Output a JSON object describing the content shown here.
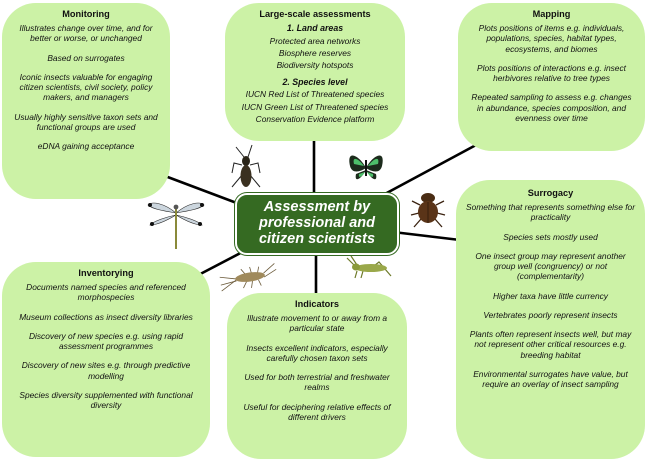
{
  "center": {
    "title": "Assessment by professional and citizen scientists"
  },
  "monitoring": {
    "title": "Monitoring",
    "items": [
      "Illustrates change over time, and for better or worse, or unchanged",
      "Based on surrogates",
      "Iconic insects valuable for engaging citizen scientists, civil society, policy makers, and managers",
      "Usually highly sensitive taxon sets and functional groups are used",
      "eDNA gaining acceptance"
    ]
  },
  "large_scale": {
    "title": "Large-scale assessments",
    "section1": "1. Land areas",
    "land_items": [
      "Protected area networks",
      "Biosphere reserves",
      "Biodiversity hotspots"
    ],
    "section2": "2. Species level",
    "species_items": [
      "IUCN Red List of Threatened species",
      "IUCN Green List of Threatened species",
      "Conservation Evidence platform"
    ]
  },
  "mapping": {
    "title": "Mapping",
    "items": [
      "Plots positions of items e.g. individuals, populations, species, habitat types, ecosystems, and biomes",
      "Plots positions of interactions e.g. insect herbivores relative to tree types",
      "Repeated sampling to assess e.g. changes in abundance, species composition, and evenness over time"
    ]
  },
  "surrogacy": {
    "title": "Surrogacy",
    "items": [
      "Something that represents something else for practicality",
      "Species sets mostly used",
      "One insect group may represent another group well (congruency) or not (complementarity)",
      "Higher taxa have little currency",
      "Vertebrates poorly represent insects",
      "Plants often represent insects well, but may not represent other critical resources e.g. breeding habitat",
      "Environmental surrogates have value, but require an overlay of insect sampling"
    ]
  },
  "inventorying": {
    "title": "Inventorying",
    "items": [
      "Documents named species and referenced morphospecies",
      "Museum collections as insect diversity libraries",
      "Discovery of new species e.g. using rapid assessment programmes",
      "Discovery of new sites e.g. through predictive modelling",
      "Species diversity supplemented with functional diversity"
    ]
  },
  "indicators": {
    "title": "Indicators",
    "items": [
      "Illustrate movement to or away from a particular state",
      "Insects excellent indicators, especially carefully chosen taxon sets",
      "Used for both terrestrial and freshwater realms",
      "Useful for deciphering relative effects of different drivers"
    ]
  },
  "colors": {
    "box_fill": "#ccf2a6",
    "center_fill": "#356a22",
    "connector": "#000000"
  },
  "icons": [
    "cricket-icon",
    "butterfly-icon",
    "dung-beetle-icon",
    "damselfly-icon",
    "silverfish-icon",
    "grasshopper-icon"
  ]
}
